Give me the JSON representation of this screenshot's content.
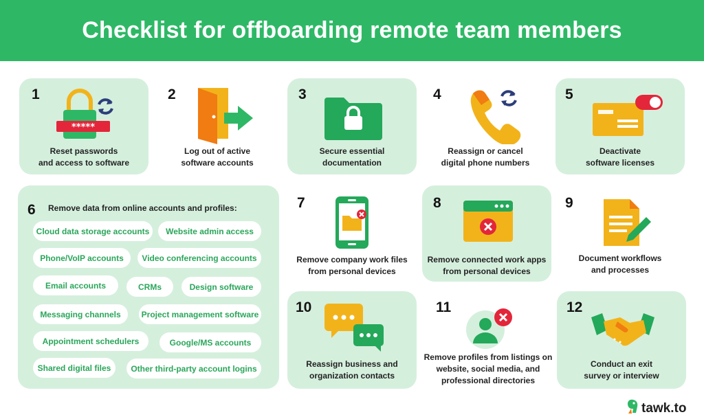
{
  "title": "Checklist for offboarding remote team members",
  "colors": {
    "brand_green": "#2eb866",
    "card_bg": "#d5efdd",
    "pill_text": "#2aa65a",
    "icon_yellow": "#f7c61b",
    "icon_red": "#e3263a"
  },
  "items": [
    {
      "number": "1",
      "caption": "Reset passwords\nand access to software",
      "icon": "padlock-icon"
    },
    {
      "number": "2",
      "caption": "Log out of active\nsoftware accounts",
      "icon": "door-exit-icon"
    },
    {
      "number": "3",
      "caption": "Secure essential\ndocumentation",
      "icon": "locked-folder-icon"
    },
    {
      "number": "4",
      "caption": "Reassign or cancel\ndigital phone numbers",
      "icon": "phone-icon"
    },
    {
      "number": "5",
      "caption": "Deactivate\nsoftware licenses",
      "icon": "license-toggle-icon"
    },
    {
      "number": "7",
      "caption": "Remove company work files\nfrom personal devices",
      "icon": "smartphone-icon"
    },
    {
      "number": "8",
      "caption": "Remove connected work apps\nfrom personal devices",
      "icon": "app-window-icon"
    },
    {
      "number": "9",
      "caption": "Document workflows\nand processes",
      "icon": "document-pen-icon"
    },
    {
      "number": "10",
      "caption": "Reassign business and\norganization contacts",
      "icon": "chat-bubbles-icon"
    },
    {
      "number": "11",
      "caption": "Remove profiles from listings on\nwebsite, social media, and\nprofessional directories",
      "icon": "user-remove-icon"
    },
    {
      "number": "12",
      "caption": "Conduct an exit\nsurvey or interview",
      "icon": "handshake-icon"
    }
  ],
  "data_card": {
    "number": "6",
    "title": "Remove data from online accounts and profiles:",
    "tags": [
      "Cloud data storage accounts",
      "Website admin access",
      "Phone/VoIP accounts",
      "Video conferencing accounts",
      "Email accounts",
      "CRMs",
      "Design software",
      "Messaging channels",
      "Project management software",
      "Appointment schedulers",
      "Google/MS accounts",
      "Shared digital files",
      "Other third-party account logins"
    ]
  },
  "brand": {
    "logo": "tawk-logo-icon",
    "text": "tawk.to"
  }
}
